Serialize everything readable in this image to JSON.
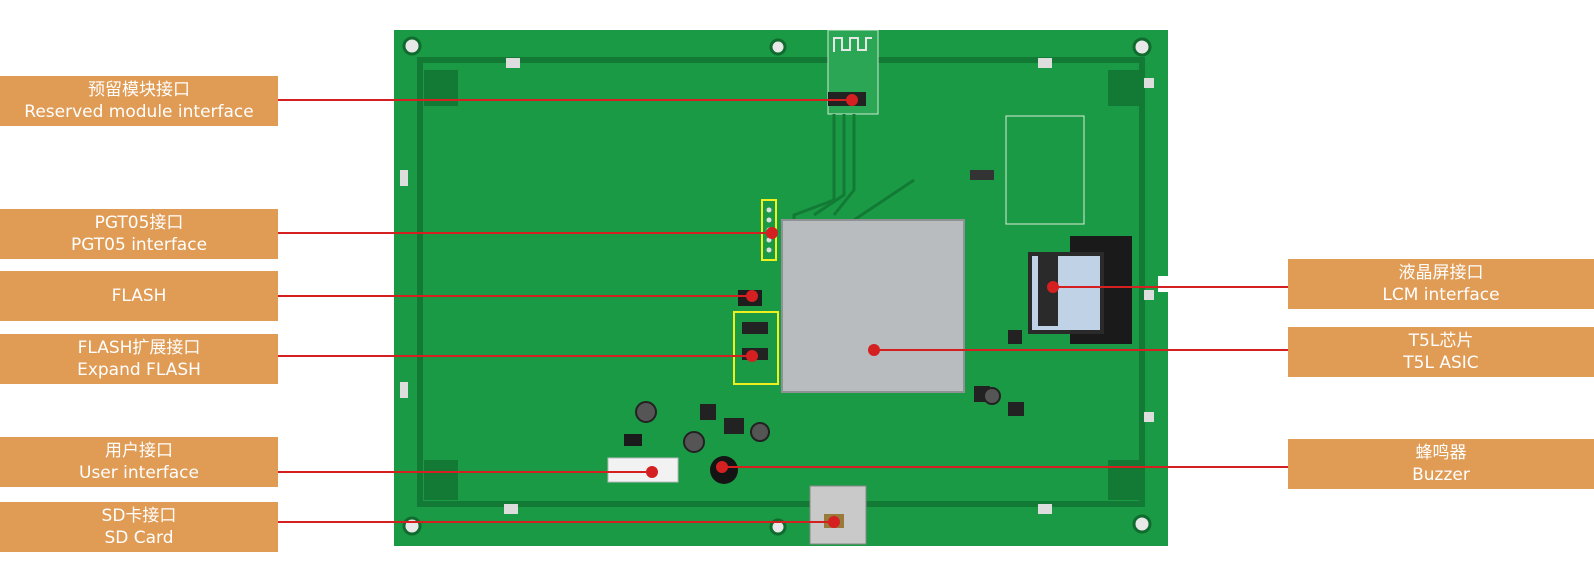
{
  "callouts_left": [
    {
      "cn": "预留模块接口",
      "en": "Reserved module interface"
    },
    {
      "cn": "PGT05接口",
      "en": "PGT05 interface"
    },
    {
      "cn": "FLASH",
      "en": ""
    },
    {
      "cn": "FLASH扩展接口",
      "en": "Expand FLASH"
    },
    {
      "cn": "用户接口",
      "en": "User interface"
    },
    {
      "cn": "SD卡接口",
      "en": "SD Card"
    }
  ],
  "callouts_right": [
    {
      "cn": "液晶屏接口",
      "en": "LCM interface"
    },
    {
      "cn": "T5L芯片",
      "en": "T5L ASIC"
    },
    {
      "cn": "蜂鸣器",
      "en": "Buzzer"
    }
  ],
  "colors": {
    "label_bg": "#e09b55",
    "label_text": "#ffffff",
    "leader_line": "#d42020",
    "pcb_green": "#1b9a45",
    "pcb_dark": "#137a35",
    "shield": "#b8bcbe"
  }
}
